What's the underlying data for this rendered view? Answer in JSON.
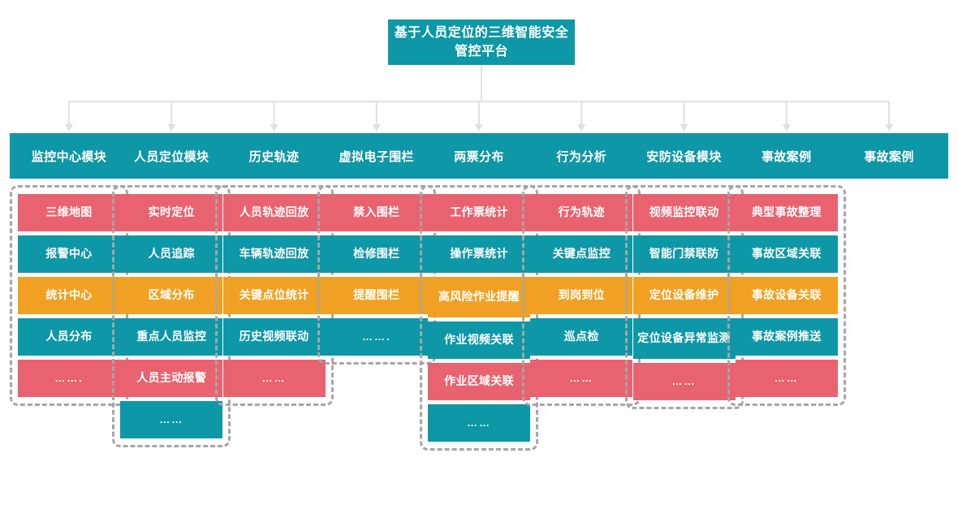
{
  "root": {
    "title": "基于人员定位的三维智能安全管控平台",
    "color": "#0E97A6"
  },
  "palette": {
    "red": "#E8636F",
    "teal": "#0E97A6",
    "orange": "#F0A124",
    "connector": "#E0E0E0",
    "dashed_border": "#A6A6A6",
    "text": "#FFFFFF"
  },
  "columns": [
    {
      "header": "监控中心模块",
      "items": [
        {
          "label": "三维地图",
          "color": "red"
        },
        {
          "label": "报警中心",
          "color": "teal"
        },
        {
          "label": "统计中心",
          "color": "orange"
        },
        {
          "label": "人员分布",
          "color": "teal"
        },
        {
          "label": "…….",
          "color": "red"
        }
      ]
    },
    {
      "header": "人员定位模块",
      "items": [
        {
          "label": "实时定位",
          "color": "red"
        },
        {
          "label": "人员追踪",
          "color": "teal"
        },
        {
          "label": "区域分布",
          "color": "orange"
        },
        {
          "label": "重点人员监控",
          "color": "teal"
        },
        {
          "label": "人员主动报警",
          "color": "red"
        },
        {
          "label": "……",
          "color": "teal"
        }
      ]
    },
    {
      "header": "历史轨迹",
      "items": [
        {
          "label": "人员轨迹回放",
          "color": "red"
        },
        {
          "label": "车辆轨迹回放",
          "color": "teal"
        },
        {
          "label": "关键点位统计",
          "color": "orange"
        },
        {
          "label": "历史视频联动",
          "color": "teal"
        },
        {
          "label": "……",
          "color": "red"
        }
      ]
    },
    {
      "header": "虚拟电子围栏",
      "items": [
        {
          "label": "禁入围栏",
          "color": "red"
        },
        {
          "label": "检修围栏",
          "color": "teal"
        },
        {
          "label": "提醒围栏",
          "color": "orange"
        },
        {
          "label": "…….",
          "color": "teal"
        }
      ]
    },
    {
      "header": "两票分布",
      "items": [
        {
          "label": "工作票统计",
          "color": "red"
        },
        {
          "label": "操作票统计",
          "color": "teal"
        },
        {
          "label": "高风险作业提醒",
          "color": "orange"
        },
        {
          "label": "作业视频关联",
          "color": "teal"
        },
        {
          "label": "作业区域关联",
          "color": "red"
        },
        {
          "label": "……",
          "color": "teal"
        }
      ]
    },
    {
      "header": "行为分析",
      "items": [
        {
          "label": "行为轨迹",
          "color": "red"
        },
        {
          "label": "关键点监控",
          "color": "teal"
        },
        {
          "label": "到岗到位",
          "color": "orange"
        },
        {
          "label": "巡点检",
          "color": "teal"
        },
        {
          "label": "……",
          "color": "red"
        }
      ]
    },
    {
      "header": "安防设备模块",
      "items": [
        {
          "label": "视频监控联动",
          "color": "red"
        },
        {
          "label": "智能门禁联防",
          "color": "teal"
        },
        {
          "label": "定位设备维护",
          "color": "orange"
        },
        {
          "label": "定位设备异常监测",
          "color": "teal"
        },
        {
          "label": "……",
          "color": "red"
        }
      ]
    },
    {
      "header": "事故案例",
      "items": [
        {
          "label": "典型事故整理",
          "color": "red"
        },
        {
          "label": "事故区域关联",
          "color": "teal"
        },
        {
          "label": "事故设备关联",
          "color": "orange"
        },
        {
          "label": "事故案例推送",
          "color": "teal"
        },
        {
          "label": "……",
          "color": "red"
        }
      ]
    },
    {
      "header": "事故案例",
      "items": []
    }
  ]
}
